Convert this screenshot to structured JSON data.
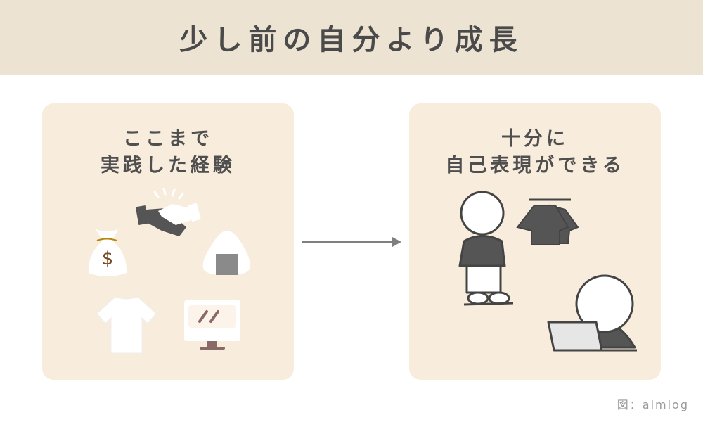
{
  "header": {
    "title": "少し前の自分より成長"
  },
  "left_panel": {
    "title_line1": "ここまで",
    "title_line2": "実践した経験",
    "icons": [
      "handshake-icon",
      "money-bag-icon",
      "rice-ball-icon",
      "tshirt-icon",
      "monitor-icon"
    ]
  },
  "right_panel": {
    "title_line1": "十分に",
    "title_line2": "自己表現ができる",
    "icons": [
      "person-standing-icon",
      "clothes-rack-icon",
      "person-laptop-icon"
    ]
  },
  "footer": {
    "credit": "図：aimlog"
  },
  "colors": {
    "header_bg": "#ede3d2",
    "panel_bg": "#f8ecdc",
    "text": "#4f4f4f",
    "arrow": "#7f7f7f"
  }
}
